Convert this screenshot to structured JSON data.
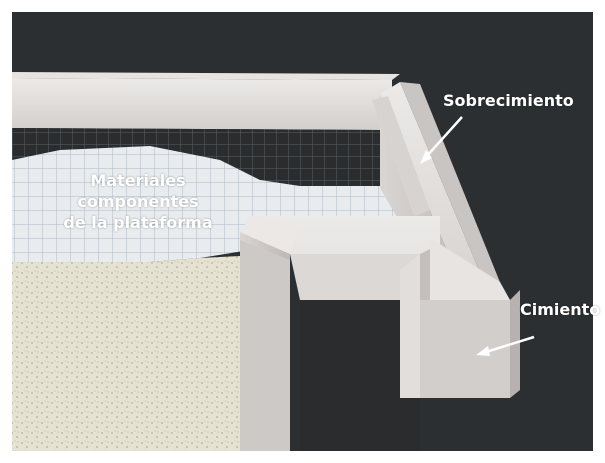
{
  "labels": {
    "materiales_line1": "Materiales",
    "materiales_line2": "componentes",
    "materiales_line3": "de la plataforma",
    "sobrecimiento": "Sobrecimiento",
    "cimiento": "Cimiento"
  },
  "colors": {
    "background": "#2c2f31",
    "concrete": "#d8d4d2",
    "gravel": "#e4e0cf",
    "mesh": "#c8d2dc",
    "label": "#ffffff"
  }
}
